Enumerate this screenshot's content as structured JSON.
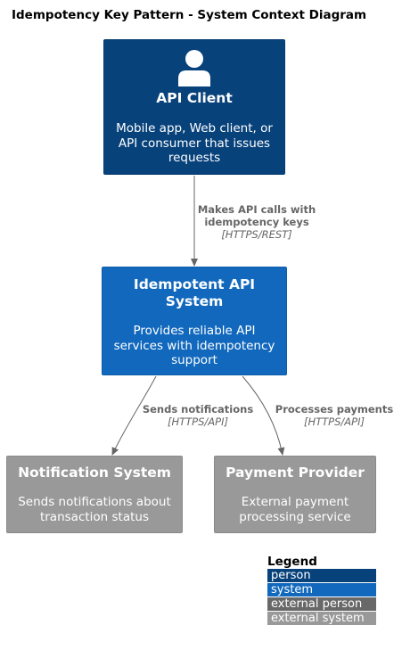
{
  "title": "Idempotency Key Pattern - System Context Diagram",
  "colors": {
    "person": "#08427b",
    "system": "#1168bd",
    "external_person": "#686868",
    "external_system": "#999999",
    "edge": "#666666"
  },
  "nodes": {
    "api_client": {
      "icon": "person-icon",
      "name": "API Client",
      "desc": [
        "Mobile app, Web client, or",
        "API consumer that issues",
        "requests"
      ]
    },
    "api_system": {
      "name": [
        "Idempotent API",
        "System"
      ],
      "desc": [
        "Provides reliable API",
        "services with idempotency",
        "support"
      ]
    },
    "notification_system": {
      "name": "Notification System",
      "desc": [
        "Sends notifications about",
        "transaction status"
      ]
    },
    "payment_provider": {
      "name": "Payment Provider",
      "desc": [
        "External payment",
        "processing service"
      ]
    }
  },
  "edges": {
    "client_to_api": {
      "label": [
        "Makes API calls with",
        "idempotency keys"
      ],
      "tech": "[HTTPS/REST]"
    },
    "api_to_notification": {
      "label": "Sends notifications",
      "tech": "[HTTPS/API]"
    },
    "api_to_payment": {
      "label": "Processes payments",
      "tech": "[HTTPS/API]"
    }
  },
  "legend": {
    "title": "Legend",
    "items": [
      {
        "label": "person",
        "color": "#08427b"
      },
      {
        "label": "system",
        "color": "#1168bd"
      },
      {
        "label": "external person",
        "color": "#686868"
      },
      {
        "label": "external system",
        "color": "#999999"
      }
    ]
  }
}
